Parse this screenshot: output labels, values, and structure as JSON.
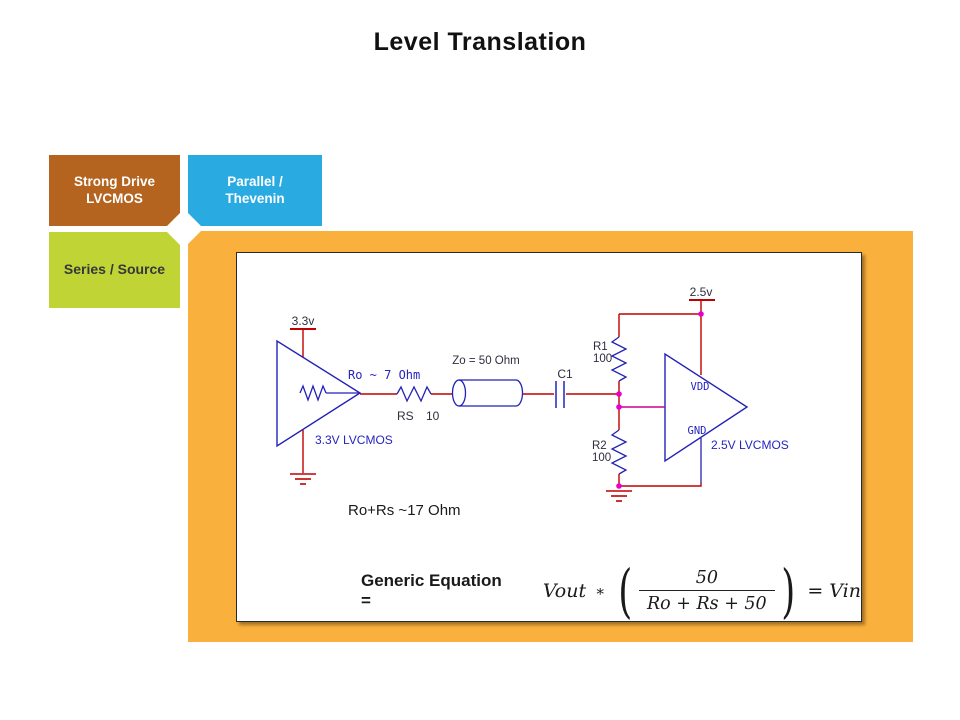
{
  "title": "Level Translation",
  "tabs": {
    "strong_drive": {
      "line1": "Strong Drive",
      "line2": "LVCMOS",
      "color": "#B5641F"
    },
    "parallel": {
      "line1": "Parallel /",
      "line2": "Thevenin",
      "color": "#29ABE2"
    },
    "series": {
      "label": "Series / Source",
      "color": "#C1D435"
    }
  },
  "panel_color": "#F9B03C",
  "circuit": {
    "driver_supply": "3.3v",
    "driver_ro": "Ro ~ 7 Ohm",
    "driver_label": "3.3V LVCMOS",
    "rs_name": "RS",
    "rs_value": "10",
    "tline_label": "Zo = 50 Ohm",
    "cap_name": "C1",
    "r1_name": "R1",
    "r1_value": "100",
    "r2_name": "R2",
    "r2_value": "100",
    "receiver_supply": "2.5v",
    "receiver_vdd": "VDD",
    "receiver_gnd": "GND",
    "receiver_label": "2.5V LVCMOS",
    "note": "Ro+Rs ~17 Ohm",
    "wire_color": "#C00000",
    "component_color": "#2222B8",
    "junction_color": "#E800C8"
  },
  "equation": {
    "label": "Generic Equation =",
    "lhs": "Vout",
    "operator": "∗",
    "paren_open": "(",
    "paren_close": ")",
    "numerator": "50",
    "denominator": "Ro + Rs + 50",
    "rhs": "= Vin"
  }
}
